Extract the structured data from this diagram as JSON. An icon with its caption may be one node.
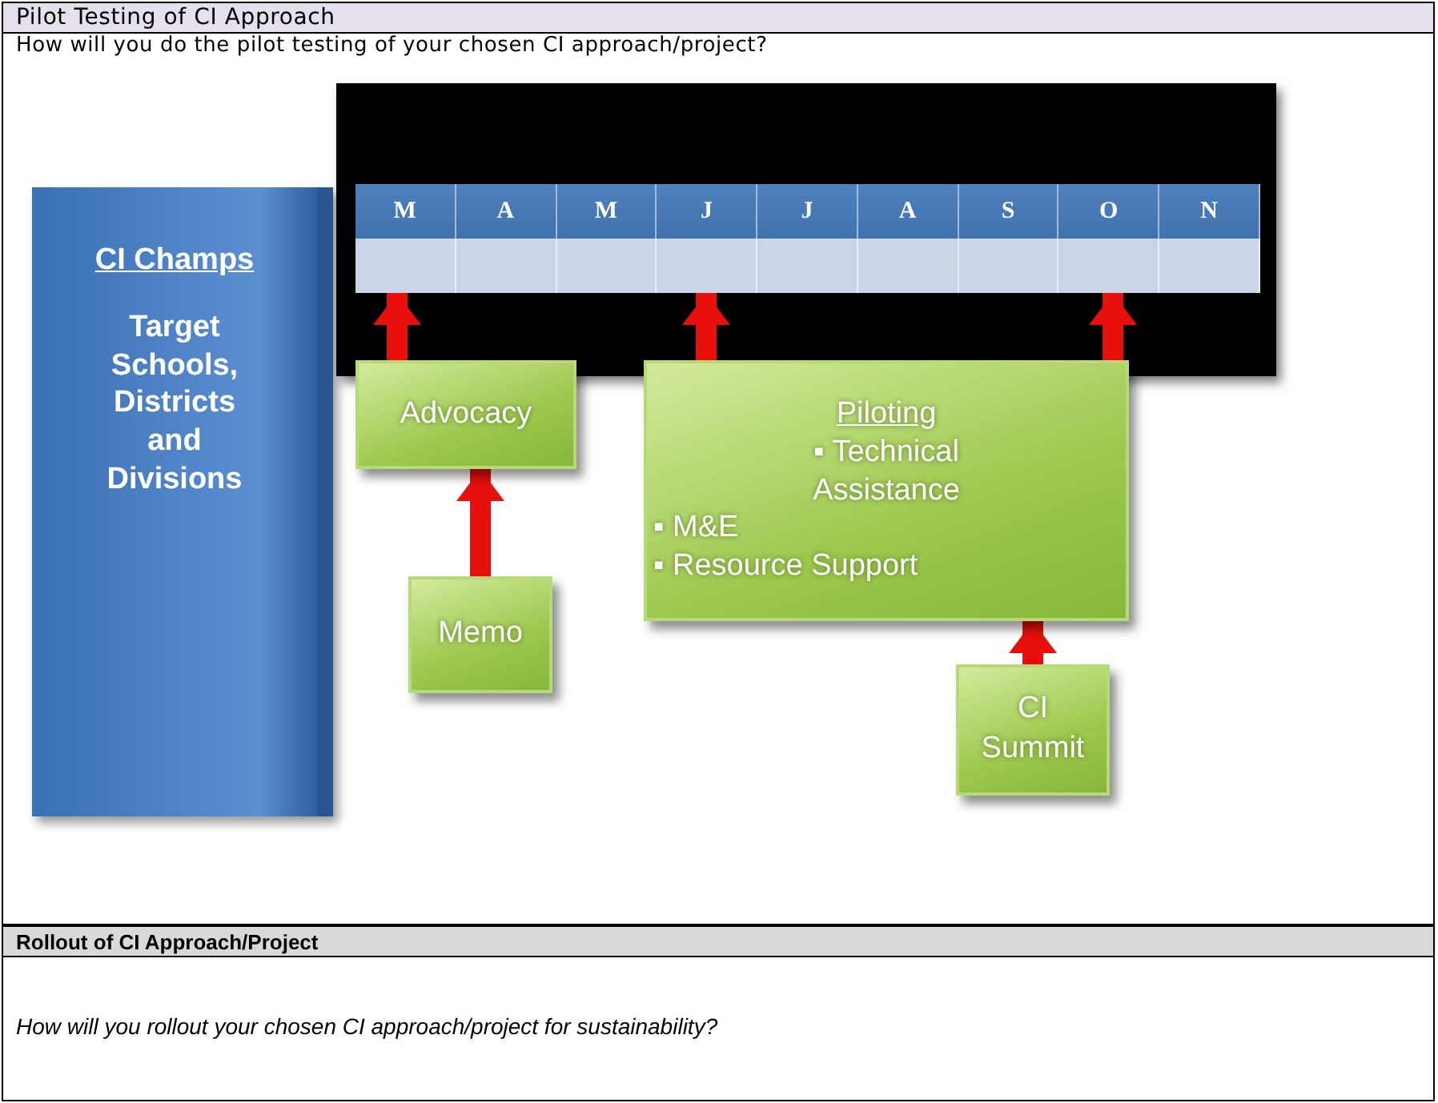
{
  "diagram": {
    "title": "Pilot Testing of CI Approach",
    "nodes": [
      {
        "text": [
          "CI Champs",
          "Target Schools, Districts and Divisions"
        ]
      },
      {
        "text": [
          "M"
        ]
      },
      {
        "text": [
          "A"
        ]
      },
      {
        "text": [
          "M"
        ]
      },
      {
        "text": [
          "J"
        ]
      },
      {
        "text": [
          "J"
        ]
      },
      {
        "text": [
          "A"
        ]
      },
      {
        "text": [
          "S"
        ]
      },
      {
        "text": [
          "O"
        ]
      },
      {
        "text": [
          "N"
        ]
      },
      {
        "text": [],
        "shape": "box"
      },
      {
        "text": [],
        "shape": "box"
      },
      {
        "text": [],
        "shape": "box"
      },
      {
        "text": [],
        "shape": "box"
      },
      {
        "text": [],
        "shape": "box"
      },
      {
        "text": [],
        "shape": "box"
      },
      {
        "text": [],
        "shape": "box"
      },
      {
        "text": [],
        "shape": "box"
      },
      {
        "text": [],
        "shape": "box"
      },
      {
        "text": [
          "Advocacy"
        ]
      },
      {
        "text": [
          "Memo"
        ]
      },
      {
        "text": [
          "Piloting",
          "▪ Technical Assistance",
          "▪ M&E",
          "▪ Resource Support"
        ]
      },
      {
        "text": [
          "CI Summit"
        ]
      }
    ],
    "edges": [
      {
        "from": 20,
        "to": 19,
        "arrow": "to"
      },
      {
        "from": 19,
        "to": 10,
        "arrow": "to"
      },
      {
        "from": 21,
        "to": 13,
        "arrow": "to"
      },
      {
        "from": 21,
        "to": 18,
        "arrow": "to"
      },
      {
        "from": 22,
        "to": 21,
        "arrow": "to"
      }
    ],
    "labels": [
      "How will you do the pilot testing of your chosen CI approach/project?",
      "Rollout of CI Approach/Project",
      "How will you rollout your chosen CI approach/project for sustainability?"
    ]
  }
}
